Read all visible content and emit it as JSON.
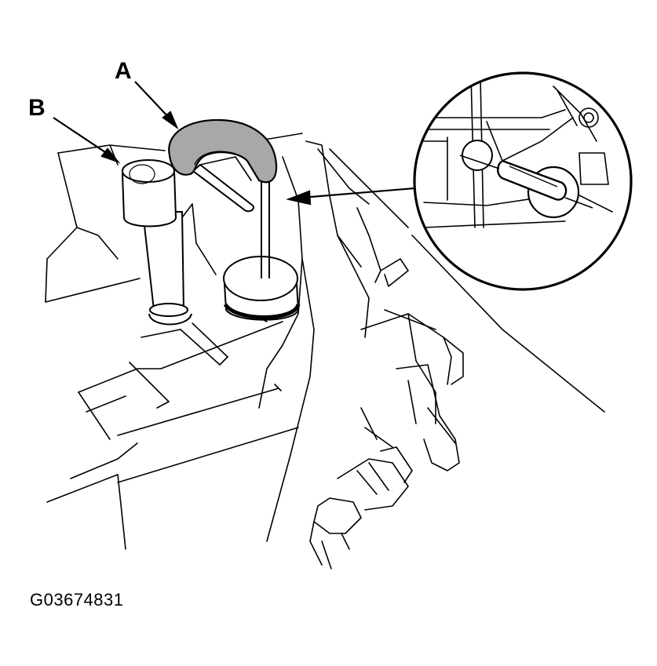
{
  "callouts": {
    "a": "A",
    "b": "B"
  },
  "figure_id": "G03674831",
  "colors": {
    "ink": "#000000",
    "tool_fill": "#a8a8a8",
    "paper": "#ffffff"
  }
}
